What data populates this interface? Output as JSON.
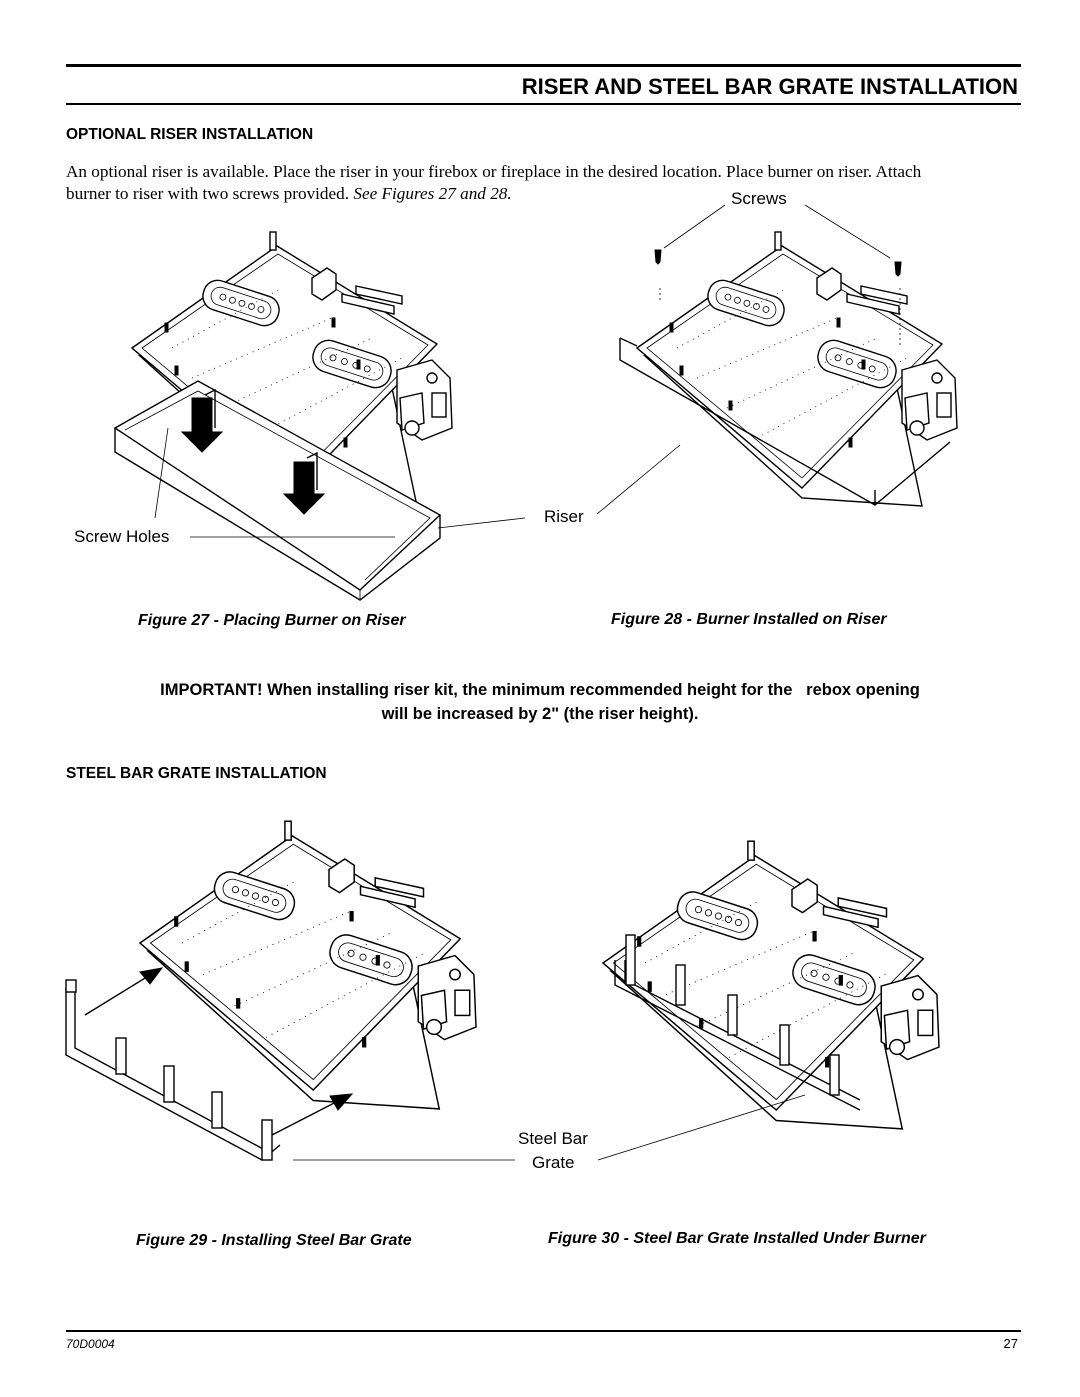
{
  "header": {
    "title": "RISER AND STEEL BAR GRATE INSTALLATION"
  },
  "riser_section": {
    "heading": "OPTIONAL RISER INSTALLATION",
    "paragraph_line1": "An optional riser is available. Place the riser in your firebox or fireplace in the desired location. Place burner on riser. Attach",
    "paragraph_line2_plain": "burner to riser with two screws provided. ",
    "paragraph_line2_italic": "See Figures 27 and 28."
  },
  "figure27": {
    "label_screw_holes": "Screw Holes",
    "caption": "Figure 27 - Placing Burner on Riser"
  },
  "figure28": {
    "label_screws": "Screws",
    "label_riser": "Riser",
    "caption": "Figure 28 - Burner Installed on Riser"
  },
  "important": {
    "line1": "IMPORTANT! When installing riser kit, the minimum recommended height for the   rebox opening",
    "line2": "will be increased by 2\" (the riser height)."
  },
  "grate_section": {
    "heading": "STEEL BAR GRATE INSTALLATION"
  },
  "figure29": {
    "caption": "Figure 29 - Installing Steel Bar Grate"
  },
  "figure30": {
    "label_line1": "Steel Bar",
    "label_line2": "Grate",
    "caption": "Figure 30 - Steel Bar Grate Installed Under Burner"
  },
  "footer": {
    "doc_number": "70D0004",
    "page_number": "27"
  }
}
